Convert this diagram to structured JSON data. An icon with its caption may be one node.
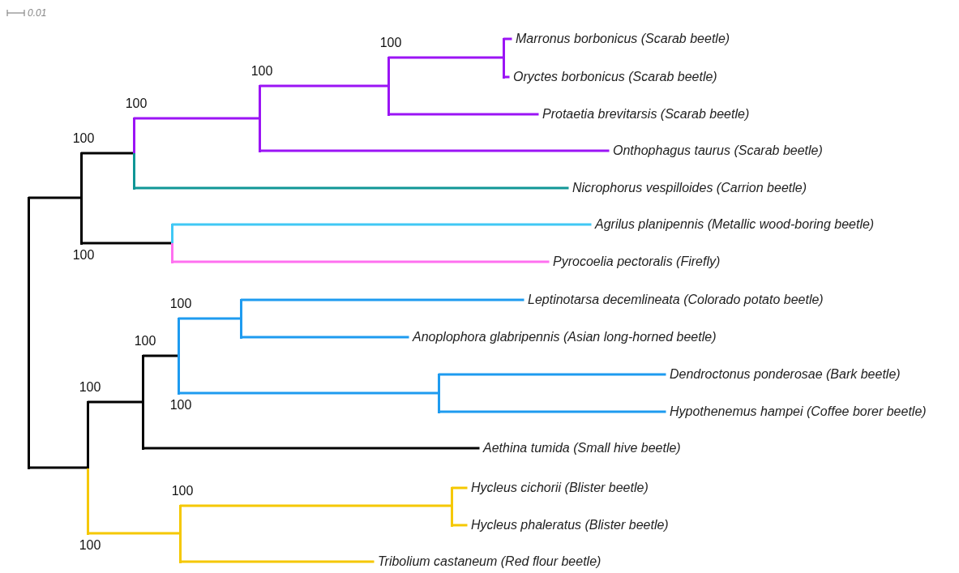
{
  "diagram": {
    "nodes": [
      {
        "text": [
          "Marronus borbonicus (Scarab beetle)"
        ]
      },
      {
        "text": [
          "Oryctes borbonicus (Scarab beetle)"
        ]
      },
      {
        "text": [
          "Protaetia brevitarsis (Scarab beetle)"
        ]
      },
      {
        "text": [
          "Onthophagus taurus (Scarab beetle)"
        ]
      },
      {
        "text": [
          "Nicrophorus vespilloides (Carrion beetle)"
        ]
      },
      {
        "text": [
          "Agrilus planipennis (Metallic wood-boring beetle)"
        ]
      },
      {
        "text": [
          "Pyrocoelia pectoralis (Firefly)"
        ]
      },
      {
        "text": [
          "Leptinotarsa decemlineata (Colorado potato beetle)"
        ]
      },
      {
        "text": [
          "Anoplophora glabripennis (Asian long-horned beetle)"
        ]
      },
      {
        "text": [
          "Dendroctonus ponderosae (Bark beetle)"
        ]
      },
      {
        "text": [
          "Hypothenemus hampei (Coffee borer beetle)"
        ]
      },
      {
        "text": [
          "Aethina tumida (Small hive beetle)"
        ]
      },
      {
        "text": [
          "Hycleus cichorii (Blister beetle)"
        ]
      },
      {
        "text": [
          "Hycleus phaleratus (Blister beetle)"
        ]
      },
      {
        "text": [
          "Tribolium castaneum (Red flour beetle)"
        ]
      },
      {
        "text": [],
        "shape": "point"
      },
      {
        "text": [],
        "shape": "point",
        "beside": [
          "100"
        ]
      },
      {
        "text": [],
        "shape": "point",
        "beside": [
          "100"
        ]
      },
      {
        "text": [],
        "shape": "point",
        "beside": [
          "100"
        ]
      },
      {
        "text": [],
        "shape": "point",
        "beside": [
          "100",
          "100"
        ]
      },
      {
        "text": [],
        "shape": "point"
      },
      {
        "text": [],
        "shape": "point"
      },
      {
        "text": [],
        "shape": "point"
      },
      {
        "text": [],
        "shape": "point",
        "beside": [
          "100",
          "100"
        ]
      },
      {
        "text": [],
        "shape": "point",
        "beside": [
          "100"
        ]
      },
      {
        "text": [],
        "shape": "point"
      },
      {
        "text": [],
        "shape": "point",
        "beside": [
          "100"
        ]
      },
      {
        "text": [],
        "shape": "point",
        "beside": [
          "100",
          "100"
        ]
      },
      {
        "text": [],
        "shape": "point"
      }
    ],
    "edges": [
      {
        "from": 15,
        "to": 0,
        "arrow": "none",
        "color": "#9b14f5"
      },
      {
        "from": 15,
        "to": 1,
        "arrow": "none",
        "color": "#9b14f5"
      },
      {
        "from": 16,
        "to": 15,
        "arrow": "none",
        "color": "#9b14f5"
      },
      {
        "from": 16,
        "to": 2,
        "arrow": "none",
        "color": "#9b14f5"
      },
      {
        "from": 17,
        "to": 16,
        "arrow": "none",
        "color": "#9b14f5"
      },
      {
        "from": 17,
        "to": 3,
        "arrow": "none",
        "color": "#9b14f5"
      },
      {
        "from": 18,
        "to": 17,
        "arrow": "none",
        "color": "#9b14f5"
      },
      {
        "from": 18,
        "to": 4,
        "arrow": "none",
        "color": "#109696"
      },
      {
        "from": 19,
        "to": 18,
        "arrow": "none",
        "color": "#000000"
      },
      {
        "from": 19,
        "to": 20,
        "arrow": "none",
        "color": "#000000"
      },
      {
        "from": 20,
        "to": 5,
        "arrow": "none",
        "color": "#40c8f5"
      },
      {
        "from": 20,
        "to": 6,
        "arrow": "none",
        "color": "#ff70f0"
      },
      {
        "from": 21,
        "to": 7,
        "arrow": "none",
        "color": "#1e9bf0"
      },
      {
        "from": 21,
        "to": 8,
        "arrow": "none",
        "color": "#1e9bf0"
      },
      {
        "from": 22,
        "to": 9,
        "arrow": "none",
        "color": "#1e9bf0"
      },
      {
        "from": 22,
        "to": 10,
        "arrow": "none",
        "color": "#1e9bf0"
      },
      {
        "from": 23,
        "to": 21,
        "arrow": "none",
        "color": "#1e9bf0"
      },
      {
        "from": 23,
        "to": 22,
        "arrow": "none",
        "color": "#1e9bf0"
      },
      {
        "from": 24,
        "to": 23,
        "arrow": "none",
        "color": "#000000"
      },
      {
        "from": 24,
        "to": 11,
        "arrow": "none",
        "color": "#000000"
      },
      {
        "from": 25,
        "to": 12,
        "arrow": "none",
        "color": "#f5c800"
      },
      {
        "from": 25,
        "to": 13,
        "arrow": "none",
        "color": "#f5c800"
      },
      {
        "from": 26,
        "to": 25,
        "arrow": "none",
        "color": "#f5c800"
      },
      {
        "from": 26,
        "to": 14,
        "arrow": "none",
        "color": "#f5c800"
      },
      {
        "from": 27,
        "to": 24,
        "arrow": "none",
        "color": "#000000"
      },
      {
        "from": 27,
        "to": 26,
        "arrow": "none",
        "color": "#f5c800"
      },
      {
        "from": 28,
        "to": 19,
        "arrow": "none",
        "color": "#000000"
      },
      {
        "from": 28,
        "to": 27,
        "arrow": "none",
        "color": "#000000"
      }
    ],
    "labels": [
      "0.01"
    ]
  }
}
